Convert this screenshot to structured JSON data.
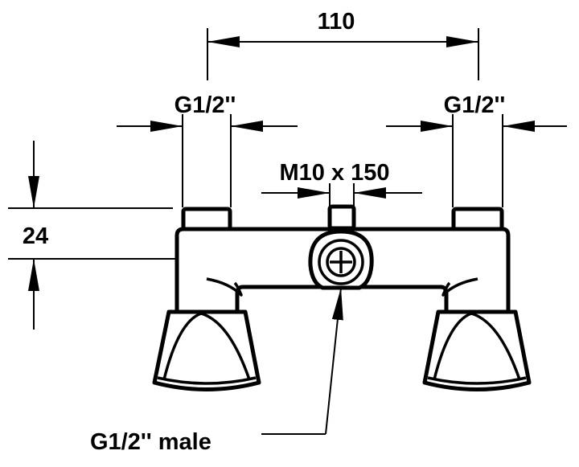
{
  "dimensions": {
    "width_between_inlets": "110",
    "left_inlet": "G1/2''",
    "right_inlet": "G1/2''",
    "center_thread": "M10 x 150",
    "height": "24",
    "outlet": "G1/2'' male"
  }
}
